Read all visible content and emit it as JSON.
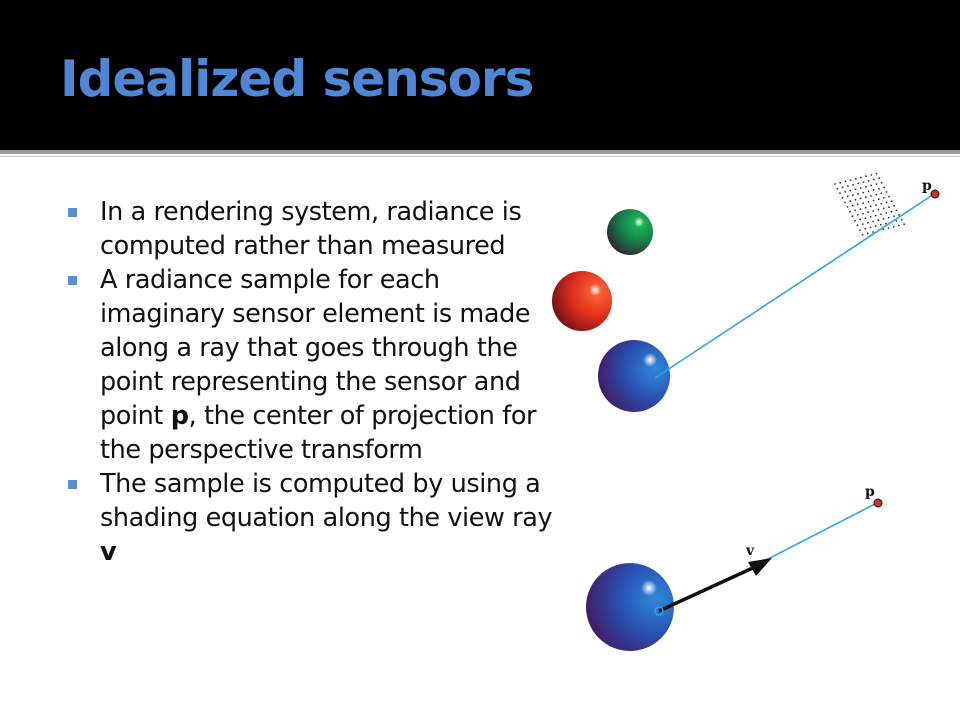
{
  "slide": {
    "title": "Idealized sensors",
    "bullets": [
      {
        "parts": [
          {
            "text": "In a rendering system, radiance is computed rather than measured"
          }
        ]
      },
      {
        "parts": [
          {
            "text": "A radiance sample for each imaginary sensor element is made along a ray that goes through the point representing the sensor and point "
          },
          {
            "text": "p",
            "bold": true
          },
          {
            "text": ", the center of projection for the perspective transform"
          }
        ]
      },
      {
        "parts": [
          {
            "text": "The sample is computed by using a shading equation along the view ray "
          },
          {
            "text": "v",
            "bold": true
          }
        ]
      }
    ]
  },
  "figure": {
    "top_label_p": "p",
    "bottom_label_p": "p",
    "bottom_label_v": "v"
  },
  "colors": {
    "title_bar": "#000000",
    "title_text": "#4f86d6",
    "bullet_marker": "#5b8fd0",
    "ray": "#2aa6e0",
    "point_p": "#c0392b",
    "arrow": "#111111"
  }
}
